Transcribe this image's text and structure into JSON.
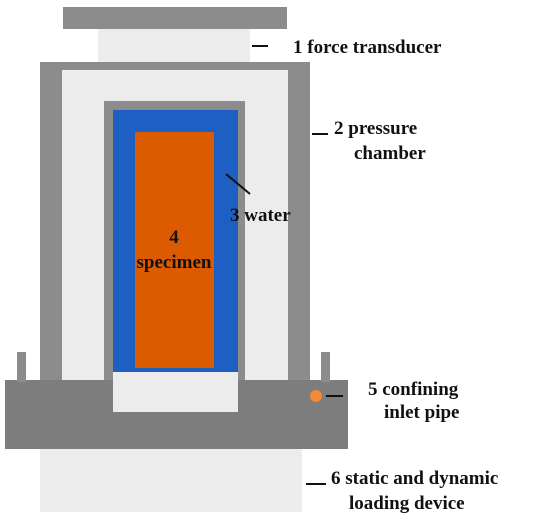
{
  "labels": {
    "force_transducer": [
      "1 force transducer"
    ],
    "pressure_chamber": [
      "2 pressure",
      "chamber"
    ],
    "water": [
      "3 water"
    ],
    "specimen": [
      "4",
      "specimen"
    ],
    "confining_inlet_pipe": [
      "5 confining",
      "inlet pipe"
    ],
    "loading_device": [
      "6 static and dynamic",
      "loading device"
    ]
  },
  "colors": {
    "frame_gray": "#8c8c8c",
    "frame_gray_dark": "#7d7d7d",
    "light_gray": "#ececec",
    "water_blue": "#1e5fc3",
    "specimen_orange": "#dc5a00",
    "inlet_orange": "#f08a38",
    "text": "#111111"
  }
}
